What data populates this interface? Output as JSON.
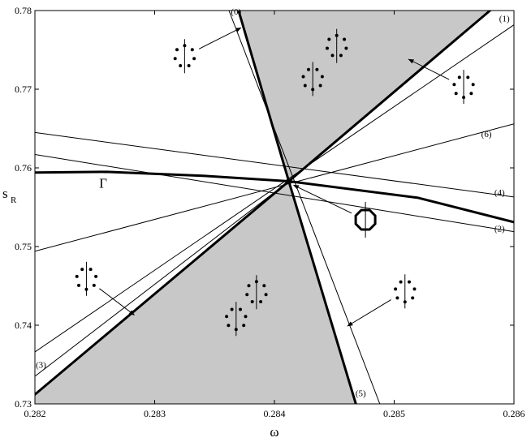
{
  "chart_data": {
    "type": "line",
    "xlabel": "ω",
    "ylabel_main": "s",
    "ylabel_sub": "R",
    "xlim": [
      0.282,
      0.286
    ],
    "ylim": [
      0.73,
      0.78
    ],
    "x_ticks": [
      "0.282",
      "0.283",
      "0.284",
      "0.285",
      "0.286"
    ],
    "y_ticks": [
      "0.73",
      "0.74",
      "0.75",
      "0.76",
      "0.77",
      "0.78"
    ],
    "crossing_point": [
      0.28412,
      0.7583
    ],
    "colors": {
      "shade": "#c8c8c8",
      "line": "#000000"
    },
    "shaded_regions": [
      {
        "polygon": [
          [
            0.2837,
            0.78
          ],
          [
            0.28412,
            0.7583
          ],
          [
            0.28578,
            0.78
          ]
        ]
      },
      {
        "polygon": [
          [
            0.282,
            0.7312
          ],
          [
            0.28412,
            0.7583
          ],
          [
            0.28468,
            0.73
          ],
          [
            0.282,
            0.73
          ]
        ]
      }
    ],
    "series": [
      {
        "weight": "bold",
        "points": [
          [
            0.2837,
            0.78
          ],
          [
            0.28412,
            0.7583
          ]
        ]
      },
      {
        "weight": "bold",
        "points": [
          [
            0.28412,
            0.7583
          ],
          [
            0.28468,
            0.73
          ]
        ]
      },
      {
        "weight": "bold",
        "points": [
          [
            0.28412,
            0.7583
          ],
          [
            0.2858,
            0.78
          ]
        ]
      },
      {
        "weight": "bold",
        "points": [
          [
            0.282,
            0.7312
          ],
          [
            0.28412,
            0.7583
          ]
        ]
      },
      {
        "weight": "bold",
        "points": [
          [
            0.282,
            0.7594
          ],
          [
            0.2826,
            0.7595
          ],
          [
            0.2834,
            0.759
          ],
          [
            0.28412,
            0.7583
          ],
          [
            0.2852,
            0.7562
          ],
          [
            0.286,
            0.7531
          ]
        ]
      },
      {
        "weight": "thin",
        "points": [
          [
            0.28362,
            0.78
          ],
          [
            0.28488,
            0.73
          ]
        ]
      },
      {
        "weight": "thin",
        "points": [
          [
            0.282,
            0.7366
          ],
          [
            0.28603,
            0.7785
          ]
        ]
      },
      {
        "weight": "thin",
        "points": [
          [
            0.282,
            0.7494
          ],
          [
            0.286,
            0.7656
          ]
        ]
      },
      {
        "weight": "thin",
        "points": [
          [
            0.282,
            0.7617
          ],
          [
            0.286,
            0.7519
          ]
        ]
      },
      {
        "weight": "thin",
        "points": [
          [
            0.282,
            0.7645
          ],
          [
            0.286,
            0.7563
          ]
        ]
      },
      {
        "weight": "thin",
        "points": [
          [
            0.282,
            0.7335
          ],
          [
            0.28412,
            0.7583
          ]
        ]
      }
    ],
    "curve_labels": [
      {
        "text": "(0)",
        "at": [
          0.28368,
          0.7795
        ]
      },
      {
        "text": "(1)",
        "at": [
          0.28592,
          0.7786
        ]
      },
      {
        "text": "(6)",
        "at": [
          0.28577,
          0.7639
        ]
      },
      {
        "text": "(4)",
        "at": [
          0.28588,
          0.7565
        ]
      },
      {
        "text": "(2)",
        "at": [
          0.28588,
          0.7519
        ]
      },
      {
        "text": "(5)",
        "at": [
          0.28472,
          0.731
        ]
      },
      {
        "text": "(3)",
        "at": [
          0.28205,
          0.7346
        ]
      }
    ],
    "gamma_label": {
      "text": "Γ",
      "at": [
        0.28257,
        0.7575
      ]
    },
    "annotations": [
      {
        "icon": "dot-ring-icon",
        "variant": "left",
        "at": [
          0.28325,
          0.7742
        ],
        "arrow_to": [
          0.28372,
          0.7778
        ]
      },
      {
        "icon": "dot-ring-icon",
        "variant": "left",
        "at": [
          0.28452,
          0.7755
        ]
      },
      {
        "icon": "dot-ring-icon",
        "variant": "right",
        "at": [
          0.28432,
          0.7713
        ]
      },
      {
        "icon": "dot-ring-icon",
        "variant": "right",
        "at": [
          0.28558,
          0.7703
        ],
        "arrow_to": [
          0.28512,
          0.7738
        ]
      },
      {
        "icon": "octagon-icon",
        "at": [
          0.28476,
          0.7534
        ],
        "arrow_to": [
          0.28416,
          0.7578
        ]
      },
      {
        "icon": "dot-ring-icon",
        "variant": "right",
        "at": [
          0.28243,
          0.7459
        ],
        "arrow_to": [
          0.28283,
          0.7413
        ]
      },
      {
        "icon": "dot-ring-icon",
        "variant": "left",
        "at": [
          0.28385,
          0.7442
        ]
      },
      {
        "icon": "dot-ring-icon",
        "variant": "right",
        "at": [
          0.28368,
          0.7408
        ]
      },
      {
        "icon": "dot-ring-icon",
        "variant": "right",
        "at": [
          0.28509,
          0.7443
        ],
        "arrow_to": [
          0.28461,
          0.7399
        ]
      }
    ]
  }
}
